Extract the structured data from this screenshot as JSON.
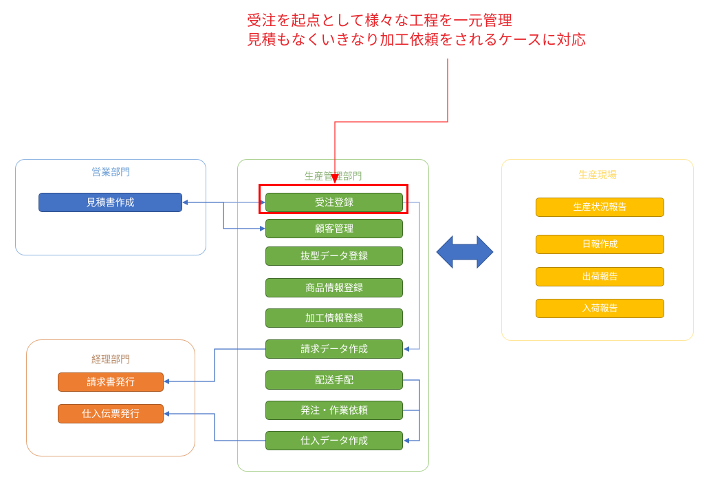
{
  "annotation": {
    "lines": [
      "受注を起点として様々な工程を一元管理",
      "見積もなくいきなり加工依頼をされるケースに対応"
    ],
    "color": "#e8242a"
  },
  "groups": {
    "sales": {
      "title": "営業部門",
      "color": "#6fa0d6",
      "items": [
        "見積書作成"
      ]
    },
    "production_mgmt": {
      "title": "生産管理部門",
      "color": "#9bc27e",
      "items": [
        "受注登録",
        "顧客管理",
        "抜型データ登録",
        "商品情報登録",
        "加工情報登録",
        "請求データ作成",
        "配送手配",
        "発注・作業依頼",
        "仕入データ作成"
      ],
      "highlighted_item": "受注登録"
    },
    "accounting": {
      "title": "経理部門",
      "color": "#e0a57a",
      "items": [
        "請求書発行",
        "仕入伝票発行"
      ]
    },
    "production_site": {
      "title": "生産現場",
      "color": "#ffd966",
      "items": [
        "生産状況報告",
        "日報作成",
        "出荷報告",
        "入荷報告"
      ]
    }
  },
  "connections": [
    {
      "from": "受注登録",
      "to": "見積書作成"
    },
    {
      "from": "見積書作成",
      "to": "受注登録"
    },
    {
      "from": "見積書作成",
      "to": "顧客管理"
    },
    {
      "from": "受注登録",
      "to": "請求データ作成"
    },
    {
      "from": "請求データ作成",
      "to": "請求書発行"
    },
    {
      "from": "配送手配",
      "to": "仕入データ作成"
    },
    {
      "from": "発注・作業依頼",
      "to": "仕入データ作成"
    },
    {
      "from": "仕入データ作成",
      "to": "仕入伝票発行"
    },
    {
      "from": "生産管理部門",
      "to": "生産現場",
      "type": "bidirectional"
    }
  ],
  "colors": {
    "connector": "#4472c4",
    "highlight": "#ff0000"
  }
}
